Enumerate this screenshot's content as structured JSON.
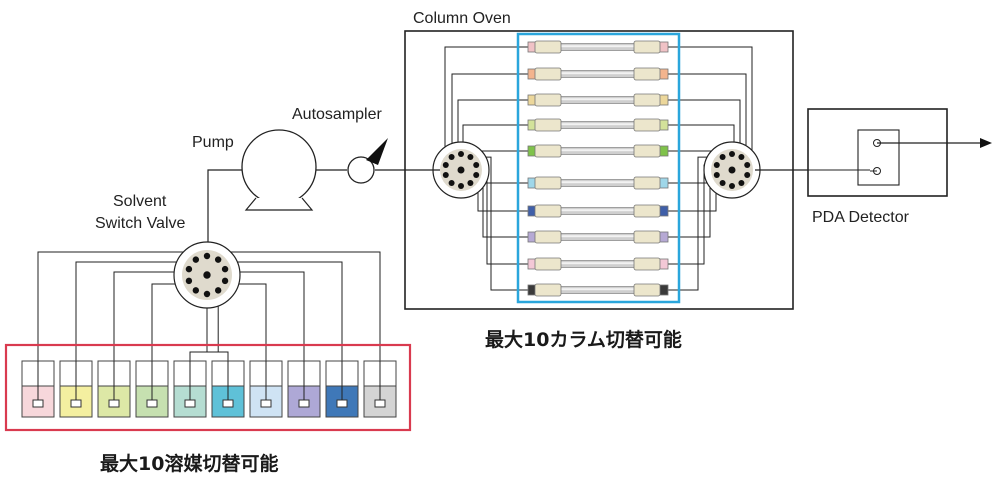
{
  "labels": {
    "column_oven": "Column Oven",
    "autosampler": "Autosampler",
    "pump": "Pump",
    "solvent_valve_line1": "Solvent",
    "solvent_valve_line2": "Switch Valve",
    "pda_detector": "PDA Detector",
    "column_caption": "最大10カラム切替可能",
    "solvent_caption": "最大10溶媒切替可能"
  },
  "colors": {
    "solvent_box_border": "#d93a4f",
    "column_box_border": "#2aa6dc",
    "valve_fill": "#d9d3c4",
    "line": "#222222"
  },
  "solvent_bottle_colors": [
    "#f7d7db",
    "#f4efa0",
    "#dde8a6",
    "#c6e0b0",
    "#b5ddd2",
    "#5fc1d8",
    "#cfe3f4",
    "#aea8d6",
    "#3f78b8",
    "#d4d4d4"
  ],
  "column_band_colors": [
    "#f0c2c6",
    "#f3b48e",
    "#ecd79b",
    "#d3e29a",
    "#7fc24a",
    "#9fd7e9",
    "#3f5fa8",
    "#b6a9d4",
    "#f3c8d6",
    "#3a3a3a"
  ]
}
